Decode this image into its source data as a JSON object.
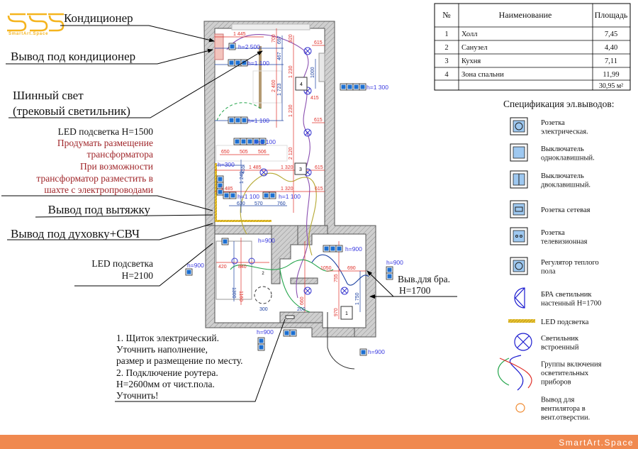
{
  "logo": {
    "text": "SmartArt.Space",
    "color": "#f5b41e"
  },
  "annotations": {
    "conditioner": "Кондиционер",
    "conditioner_outlet": "Вывод под кондиционер",
    "track_light_1": "Шинный свет",
    "track_light_2": "(трековый светильник)",
    "led_1500": "LED  подсветка H=1500",
    "transformer_note": [
      "Продумать размещение",
      "трансформатора",
      "При возможности",
      "трансформатор разместить в",
      "шахте с электропроводами"
    ],
    "hood_outlet": "Вывод под вытяжку",
    "oven_outlet": "Вывод под духовку+СВЧ",
    "led_2100_1": "LED  подсветка",
    "led_2100_2": "H=2100",
    "sconce_1": "Выв.для бра.",
    "sconce_2": "H=1700",
    "notes": [
      "1. Щиток электрический.",
      "Уточнить наполнение,",
      "размер и размещение по месту.",
      "2. Подключение роутера.",
      "H=2600мм от чист.пола.",
      "Уточнить!"
    ]
  },
  "room_table": {
    "headers": [
      "№",
      "Наименование",
      "Площадь"
    ],
    "rows": [
      {
        "num": "1",
        "name": "Холл",
        "area": "7,45"
      },
      {
        "num": "2",
        "name": "Санузел",
        "area": "4,40"
      },
      {
        "num": "3",
        "name": "Кухня",
        "area": "7,11"
      },
      {
        "num": "4",
        "name": "Зона спальни",
        "area": "11,99"
      }
    ],
    "total": "30,95 м²"
  },
  "legend": {
    "title": "Спецификация эл.выводов:",
    "items": [
      {
        "icon": "socket-icon",
        "label": [
          "Розетка",
          "электрическая."
        ]
      },
      {
        "icon": "single-switch-icon",
        "label": [
          "Выключатель",
          "одноклавишный."
        ]
      },
      {
        "icon": "double-switch-icon",
        "label": [
          "Выключатель",
          "двоклавишный."
        ]
      },
      {
        "icon": "network-socket-icon",
        "label": [
          "Розетка сетевая"
        ]
      },
      {
        "icon": "tv-socket-icon",
        "label": [
          "Розетка",
          "телевизионная"
        ]
      },
      {
        "icon": "floor-heating-regulator-icon",
        "label": [
          "Регулятор теплого",
          "пола"
        ]
      },
      {
        "icon": "wall-sconce-icon",
        "label": [
          "БРА светильник",
          "настенный  H=1700"
        ]
      },
      {
        "icon": "led-strip-icon",
        "label": [
          "LED подсветка"
        ]
      },
      {
        "icon": "recessed-light-icon",
        "label": [
          "Светильник",
          "встроенный"
        ]
      },
      {
        "icon": "lighting-groups-icon",
        "label": [
          "Группы включения",
          "осветительных",
          "приборов"
        ]
      },
      {
        "icon": "fan-outlet-icon",
        "label": [
          "Вывод для",
          "вентилятора в",
          "вент.отверстии."
        ]
      }
    ]
  },
  "plan": {
    "rooms": [
      "4",
      "3",
      "2",
      "1"
    ],
    "heights": [
      "h=2 500",
      "h=1 100",
      "h=1 300",
      "h=1 100",
      "h=1 100",
      "h=300",
      "h=1 100",
      "h=1 100",
      "h=900",
      "h=900",
      "h=900",
      "h=900",
      "h=900",
      "h=900"
    ],
    "dims": [
      "1 445",
      "700",
      "697",
      "920",
      "467",
      "2 400",
      "1 723",
      "1 230",
      "1 230",
      "2 120",
      "615",
      "1000",
      "415",
      "615",
      "505",
      "506",
      "650",
      "455",
      "1 240",
      "1 485",
      "1 320",
      "615",
      "1 485",
      "1 320",
      "615",
      "630",
      "570",
      "760",
      "420",
      "840",
      "1300",
      "1160",
      "300",
      "200",
      "1050",
      "690",
      "1 750",
      "970",
      "755",
      "660"
    ]
  },
  "footer": {
    "text": "SmartArt.Space",
    "color": "#f0894f"
  },
  "colors": {
    "outlet_fill": "#1c6fd1",
    "dimension_red": "#e0302a",
    "dimension_blue": "#1a3fa0",
    "led": "#e8c230",
    "group_purple": "#8a4fb0",
    "group_green": "#22a44a",
    "group_olive": "#b5a832"
  }
}
